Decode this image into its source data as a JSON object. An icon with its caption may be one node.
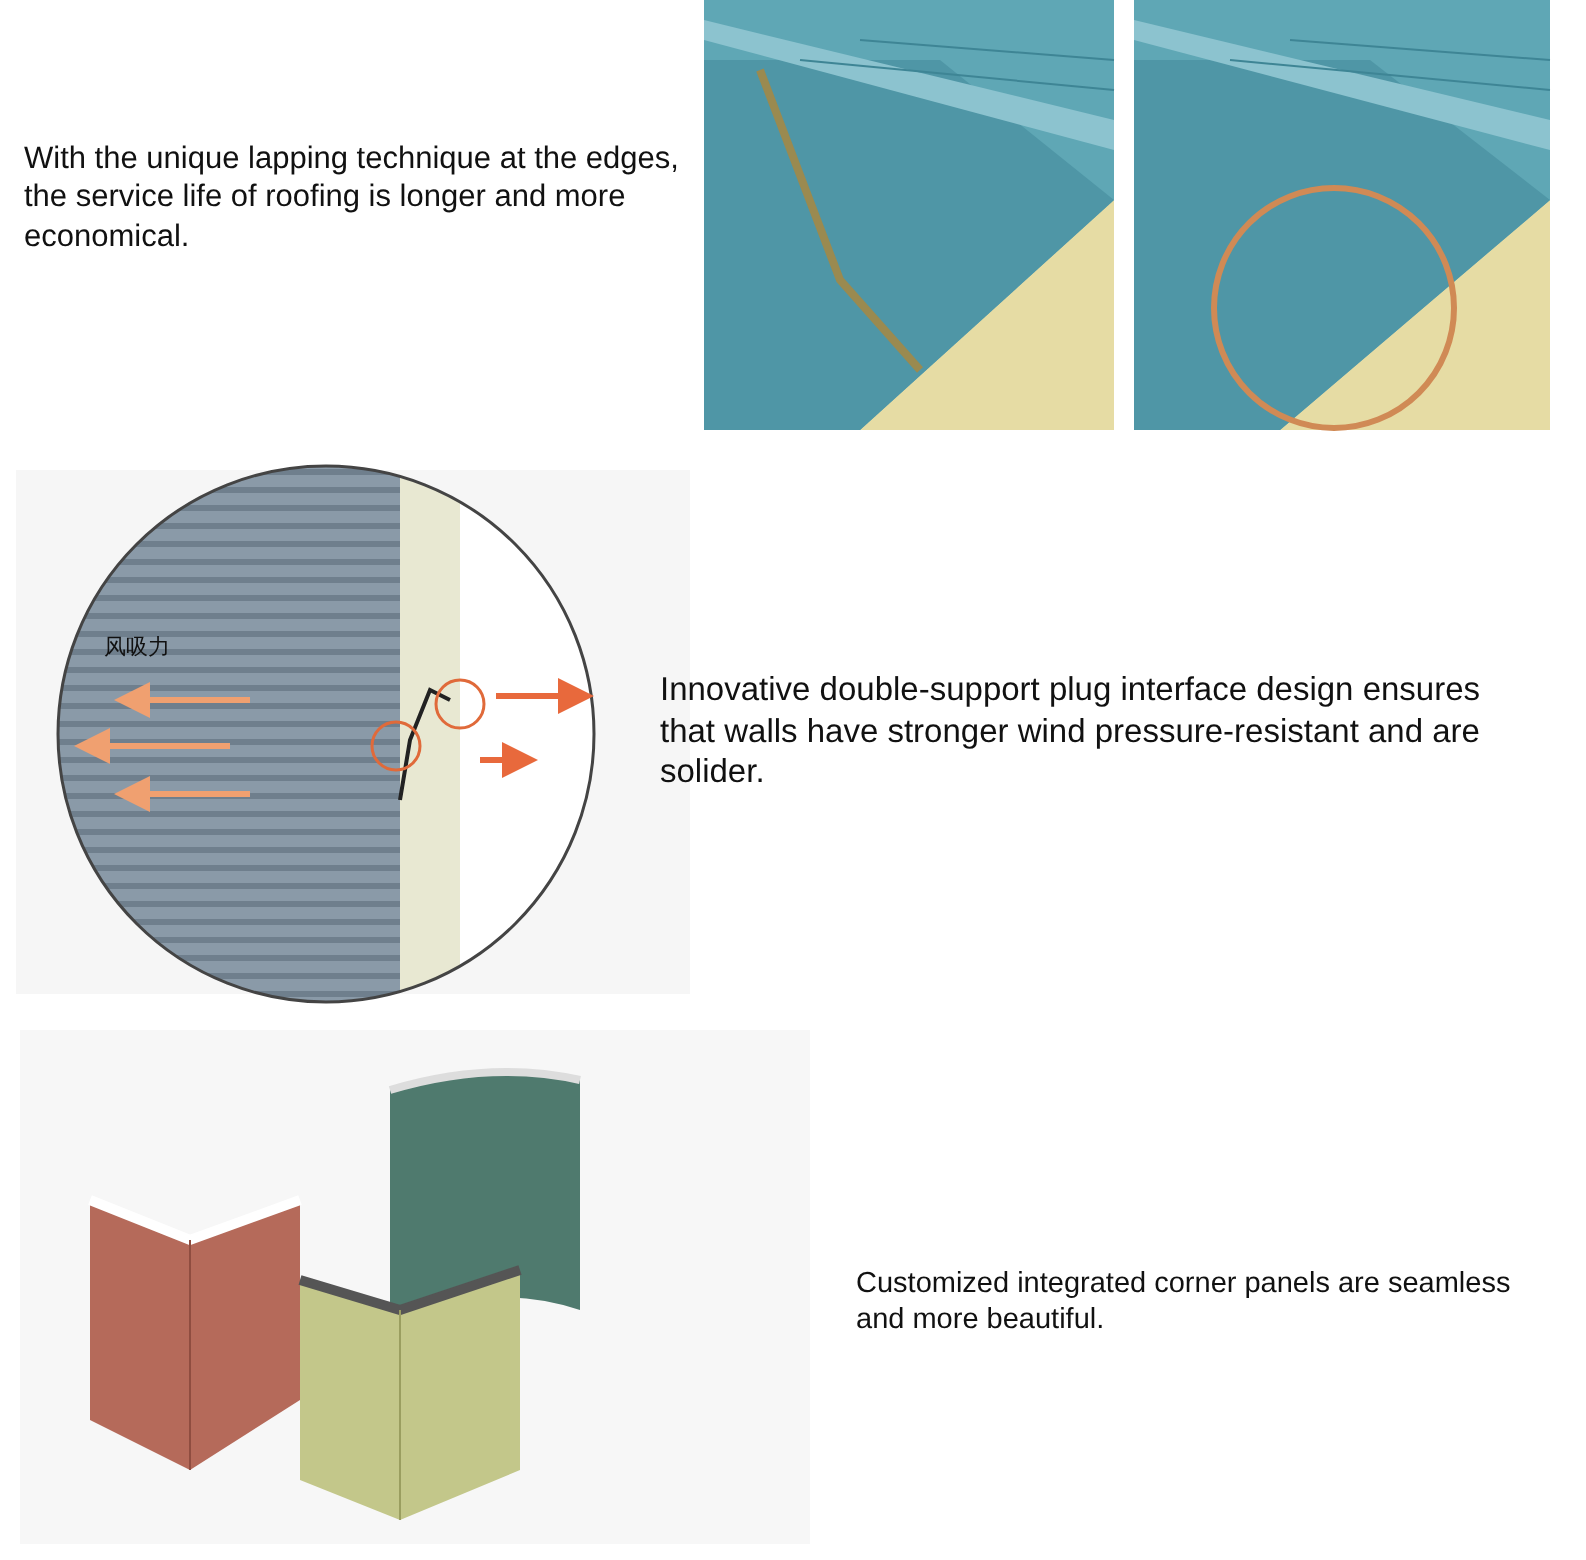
{
  "diagram": {
    "labels": [
      "With the unique lapping technique at the edges, the service life of roofing is longer and more economical.",
      "风吸力",
      "Innovative double-support plug interface design ensures that walls have stronger wind pressure-resistant and are solider.",
      "Customized integrated corner panels are seamless and more beautiful."
    ]
  }
}
